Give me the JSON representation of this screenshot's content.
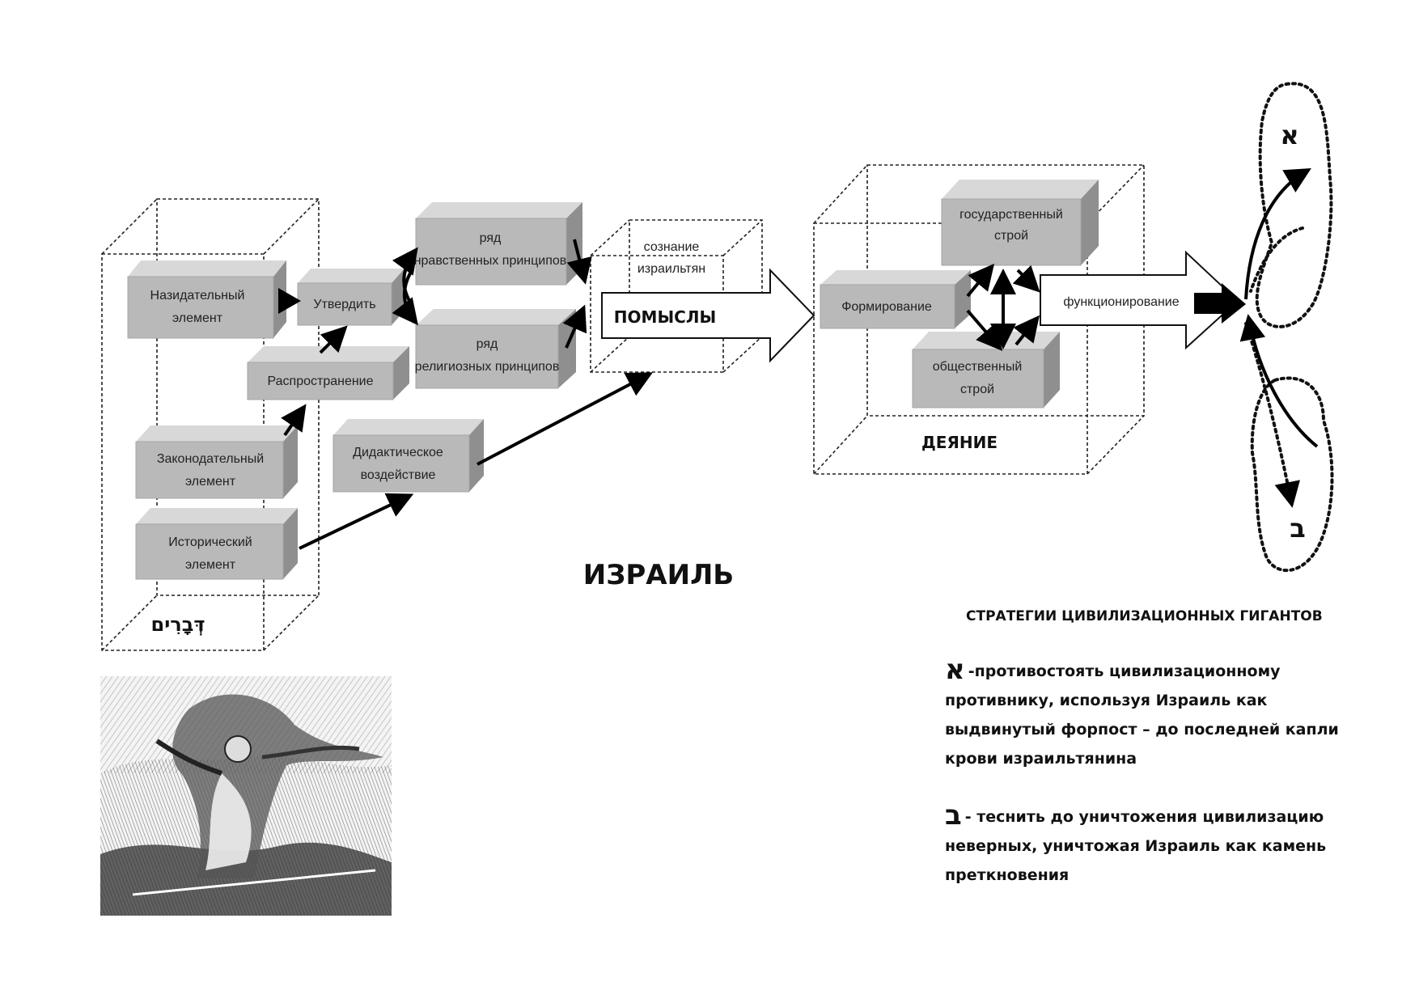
{
  "dvarim_label": "דְּבָרִים",
  "boxes": {
    "nazidatelny": "Назидательный элемент",
    "utverdit": "Утвердить",
    "rasprostranenie": "Распространение",
    "zakonodatelny": "Законодательный элемент",
    "istorichesky": "Исторический элемент",
    "ryad_nravstvennyh": "ряд нравственных принципов",
    "ryad_religioznyh": "ряд религиозных принципов",
    "didakticheskoe": "Дидактическое воздействие",
    "gosudarstvenny": "государственный строй",
    "formirovanie": "Формирование",
    "obshchestvenny": "общественный строй"
  },
  "soznanie_label": "сознание израильтян",
  "pomysly_label": "ПОМЫСЛЫ",
  "funktsionirovanie_label": "функционирование",
  "deyanie_label": "ДЕЯНИЕ",
  "izrail_label": "ИЗРАИЛЬ",
  "aleph_label": "א",
  "bet_label": "ב",
  "legend": {
    "title": "СТРАТЕГИИ ЦИВИЛИЗАЦИОННЫХ ГИГАНТОВ",
    "item_a_letter": "א",
    "item_a_text": "-противостоять цивилизационному противнику, используя Израиль как выдвинутый форпост – до последней капли крови израильтянина",
    "item_b_letter": "ב",
    "item_b_text": "- теснить до уничтожения цивилизацию неверных, уничтожая Израиль как камень преткновения"
  },
  "illustration_icon": "engraving-moses-image"
}
